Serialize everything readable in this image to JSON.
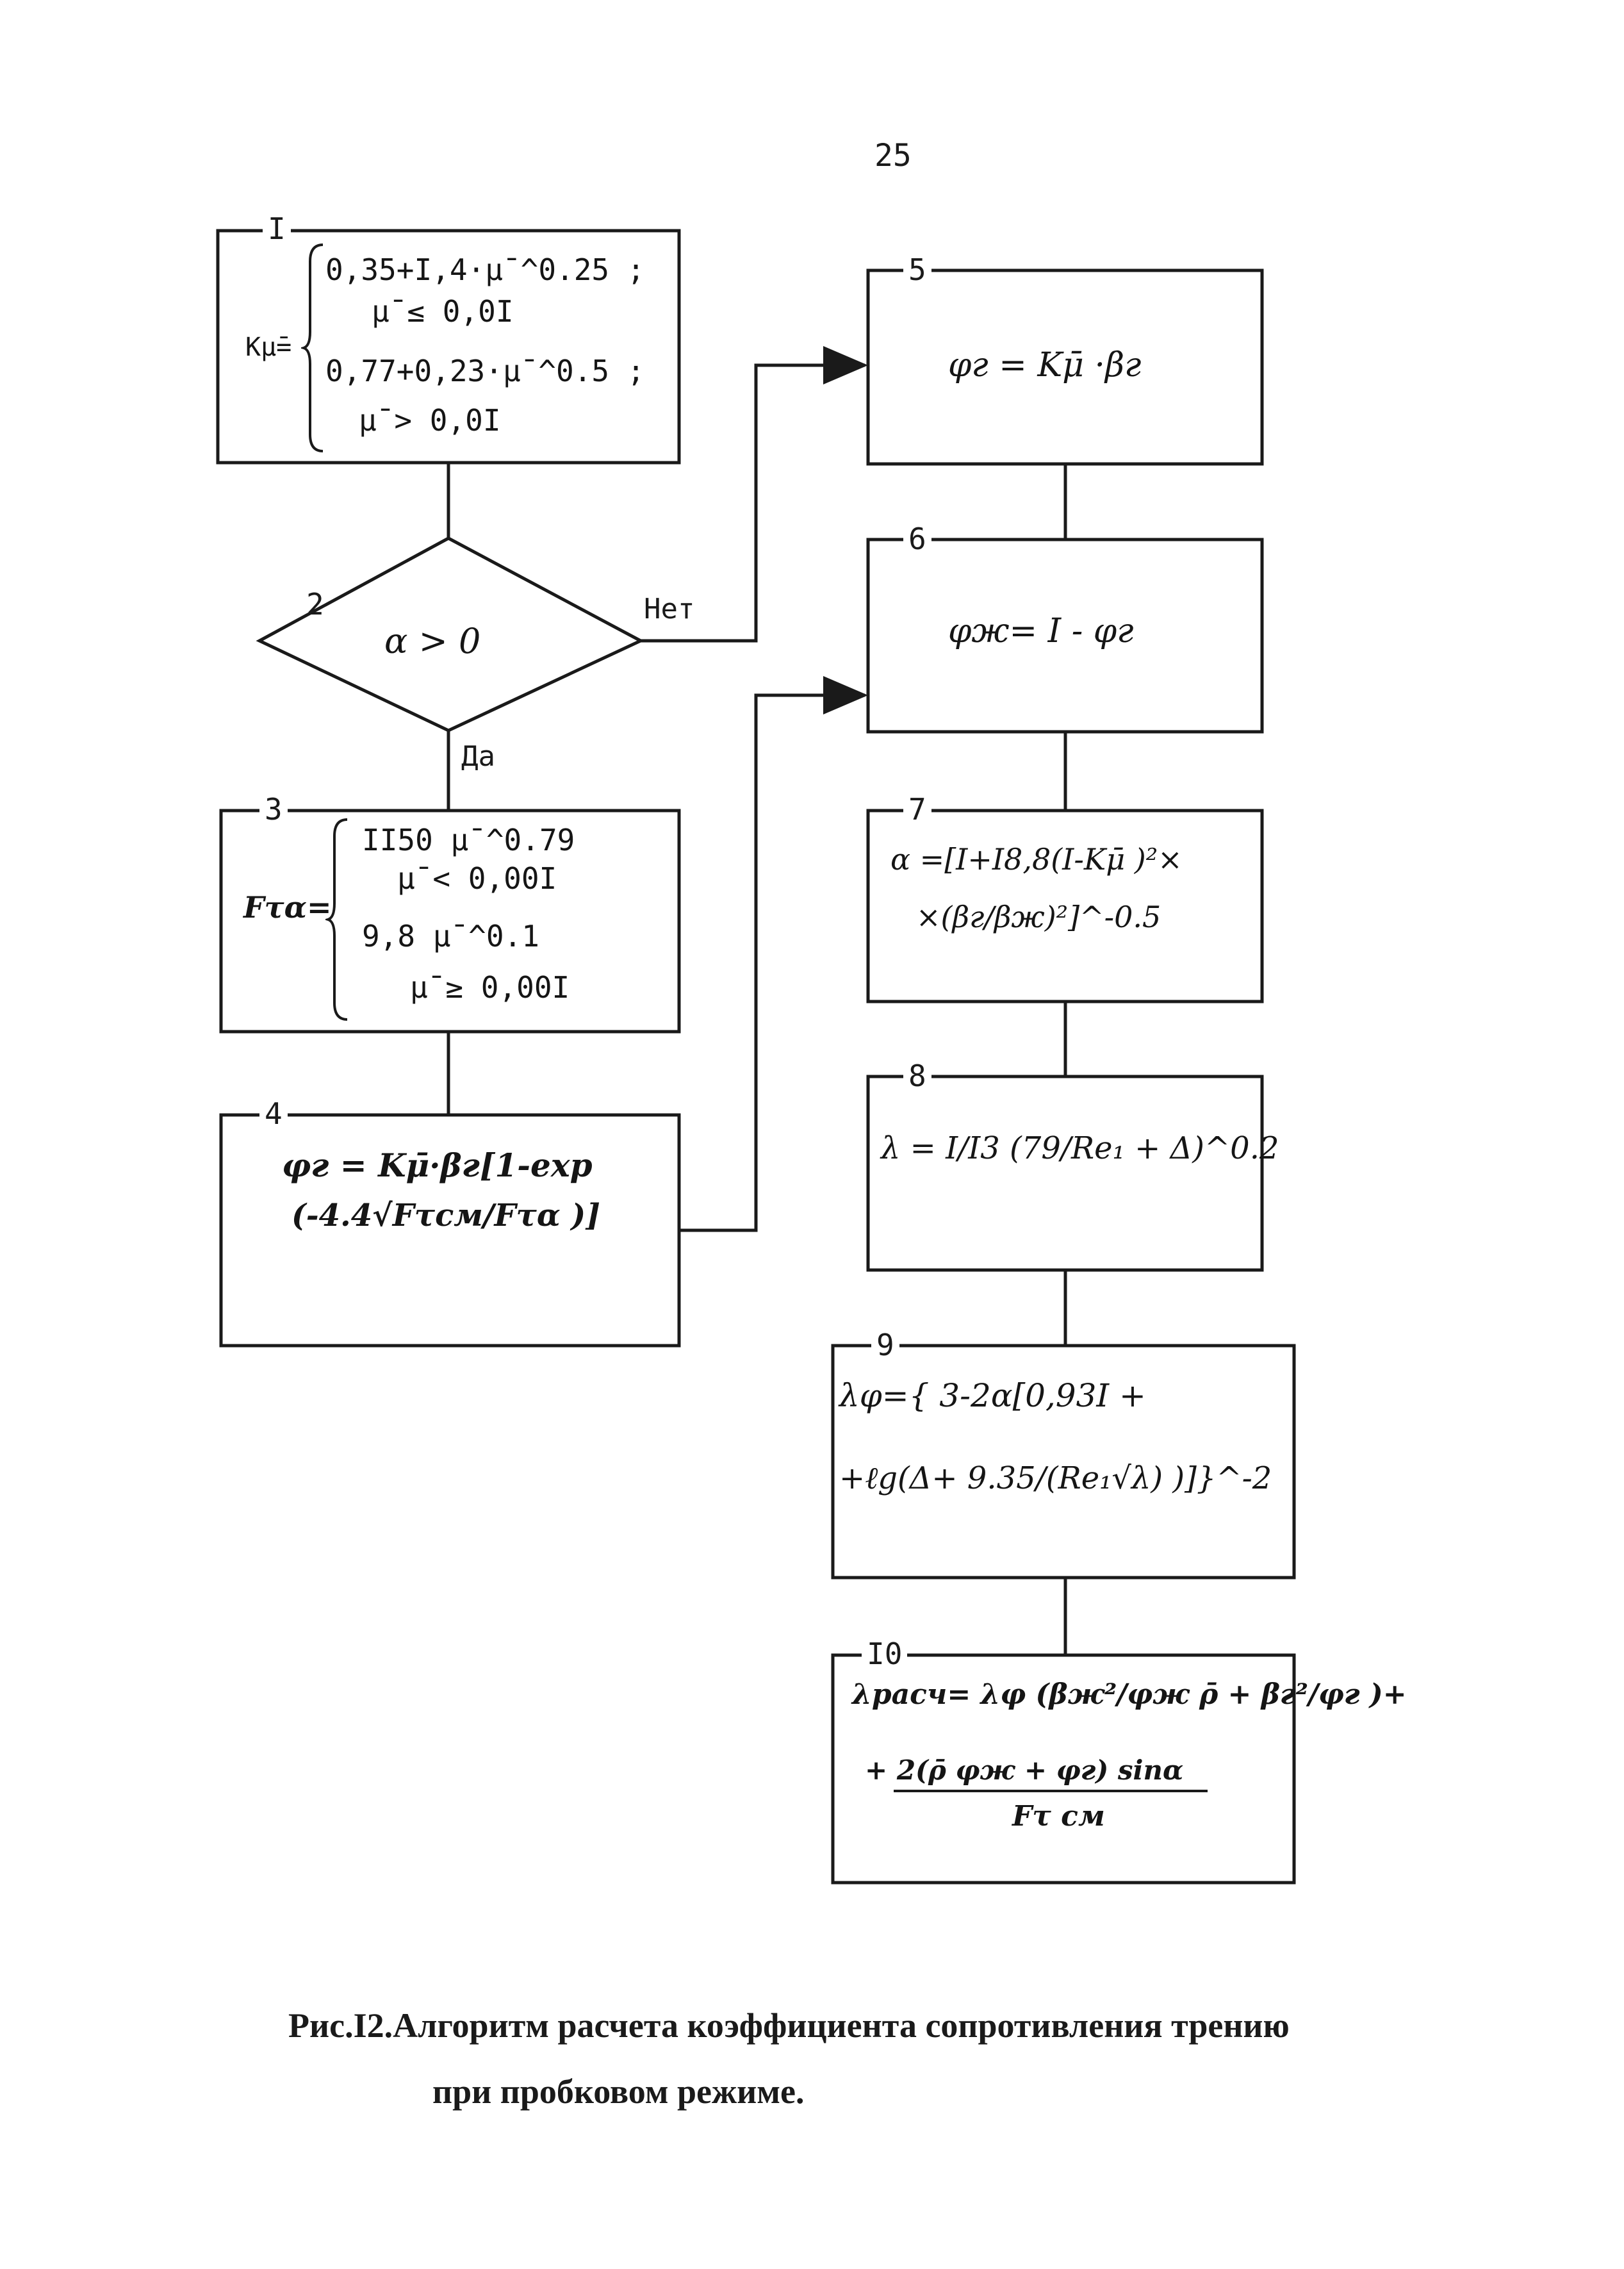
{
  "page_number": "25",
  "blocks": {
    "b1": {
      "num": "I",
      "lines": [
        "0,35+I,4·μ̄ ^0.25 ;",
        "μ̄ ≤ 0,0I",
        "0,77+0,23·μ̄ ^0.5 ;",
        "μ̄ > 0,0I"
      ],
      "lhs": "Kμ̄="
    },
    "b2": {
      "num": "2",
      "condition": "α > 0",
      "label_no": "Нет",
      "label_yes": "Да"
    },
    "b3": {
      "num": "3",
      "lhs": "Fτα=",
      "lines": [
        "II50 μ̄ ^0.79",
        "μ̄ < 0,00I",
        "9,8 μ̄ ^0.1",
        "μ̄ ≥ 0,00I"
      ]
    },
    "b4": {
      "num": "4",
      "lines": [
        "φг = Kμ̄·βг[1-exp",
        "(-4.4√Fτcм/Fτα )]"
      ]
    },
    "b5": {
      "num": "5",
      "formula": "φг = Kμ̄ ·βг"
    },
    "b6": {
      "num": "6",
      "formula": "φж= I - φг"
    },
    "b7": {
      "num": "7",
      "lines": [
        "α =[I+I8,8(I-Kμ̄ )²×",
        "×(βг/βж)²]^-0.5"
      ]
    },
    "b8": {
      "num": "8",
      "lines": [
        "λ = I/I3 (79/Re₁ + Δ)^0.2"
      ]
    },
    "b9": {
      "num": "9",
      "lines": [
        "λφ={ 3-2α[0,93I +",
        "+ℓg(Δ+ 9.35/(Re₁√λ) )]}^-2"
      ]
    },
    "b10": {
      "num": "I0",
      "lines": [
        "λрасч= λφ (βж²/φж ρ̄ + βг²/φг )+",
        "+ 2(ρ̄ φж + φг) sinα",
        "Fτ cм"
      ]
    }
  },
  "caption": {
    "line1": "Рис.I2.Алгоритм расчета коэффициента сопротивления трению",
    "line2": "при пробковом режиме."
  }
}
